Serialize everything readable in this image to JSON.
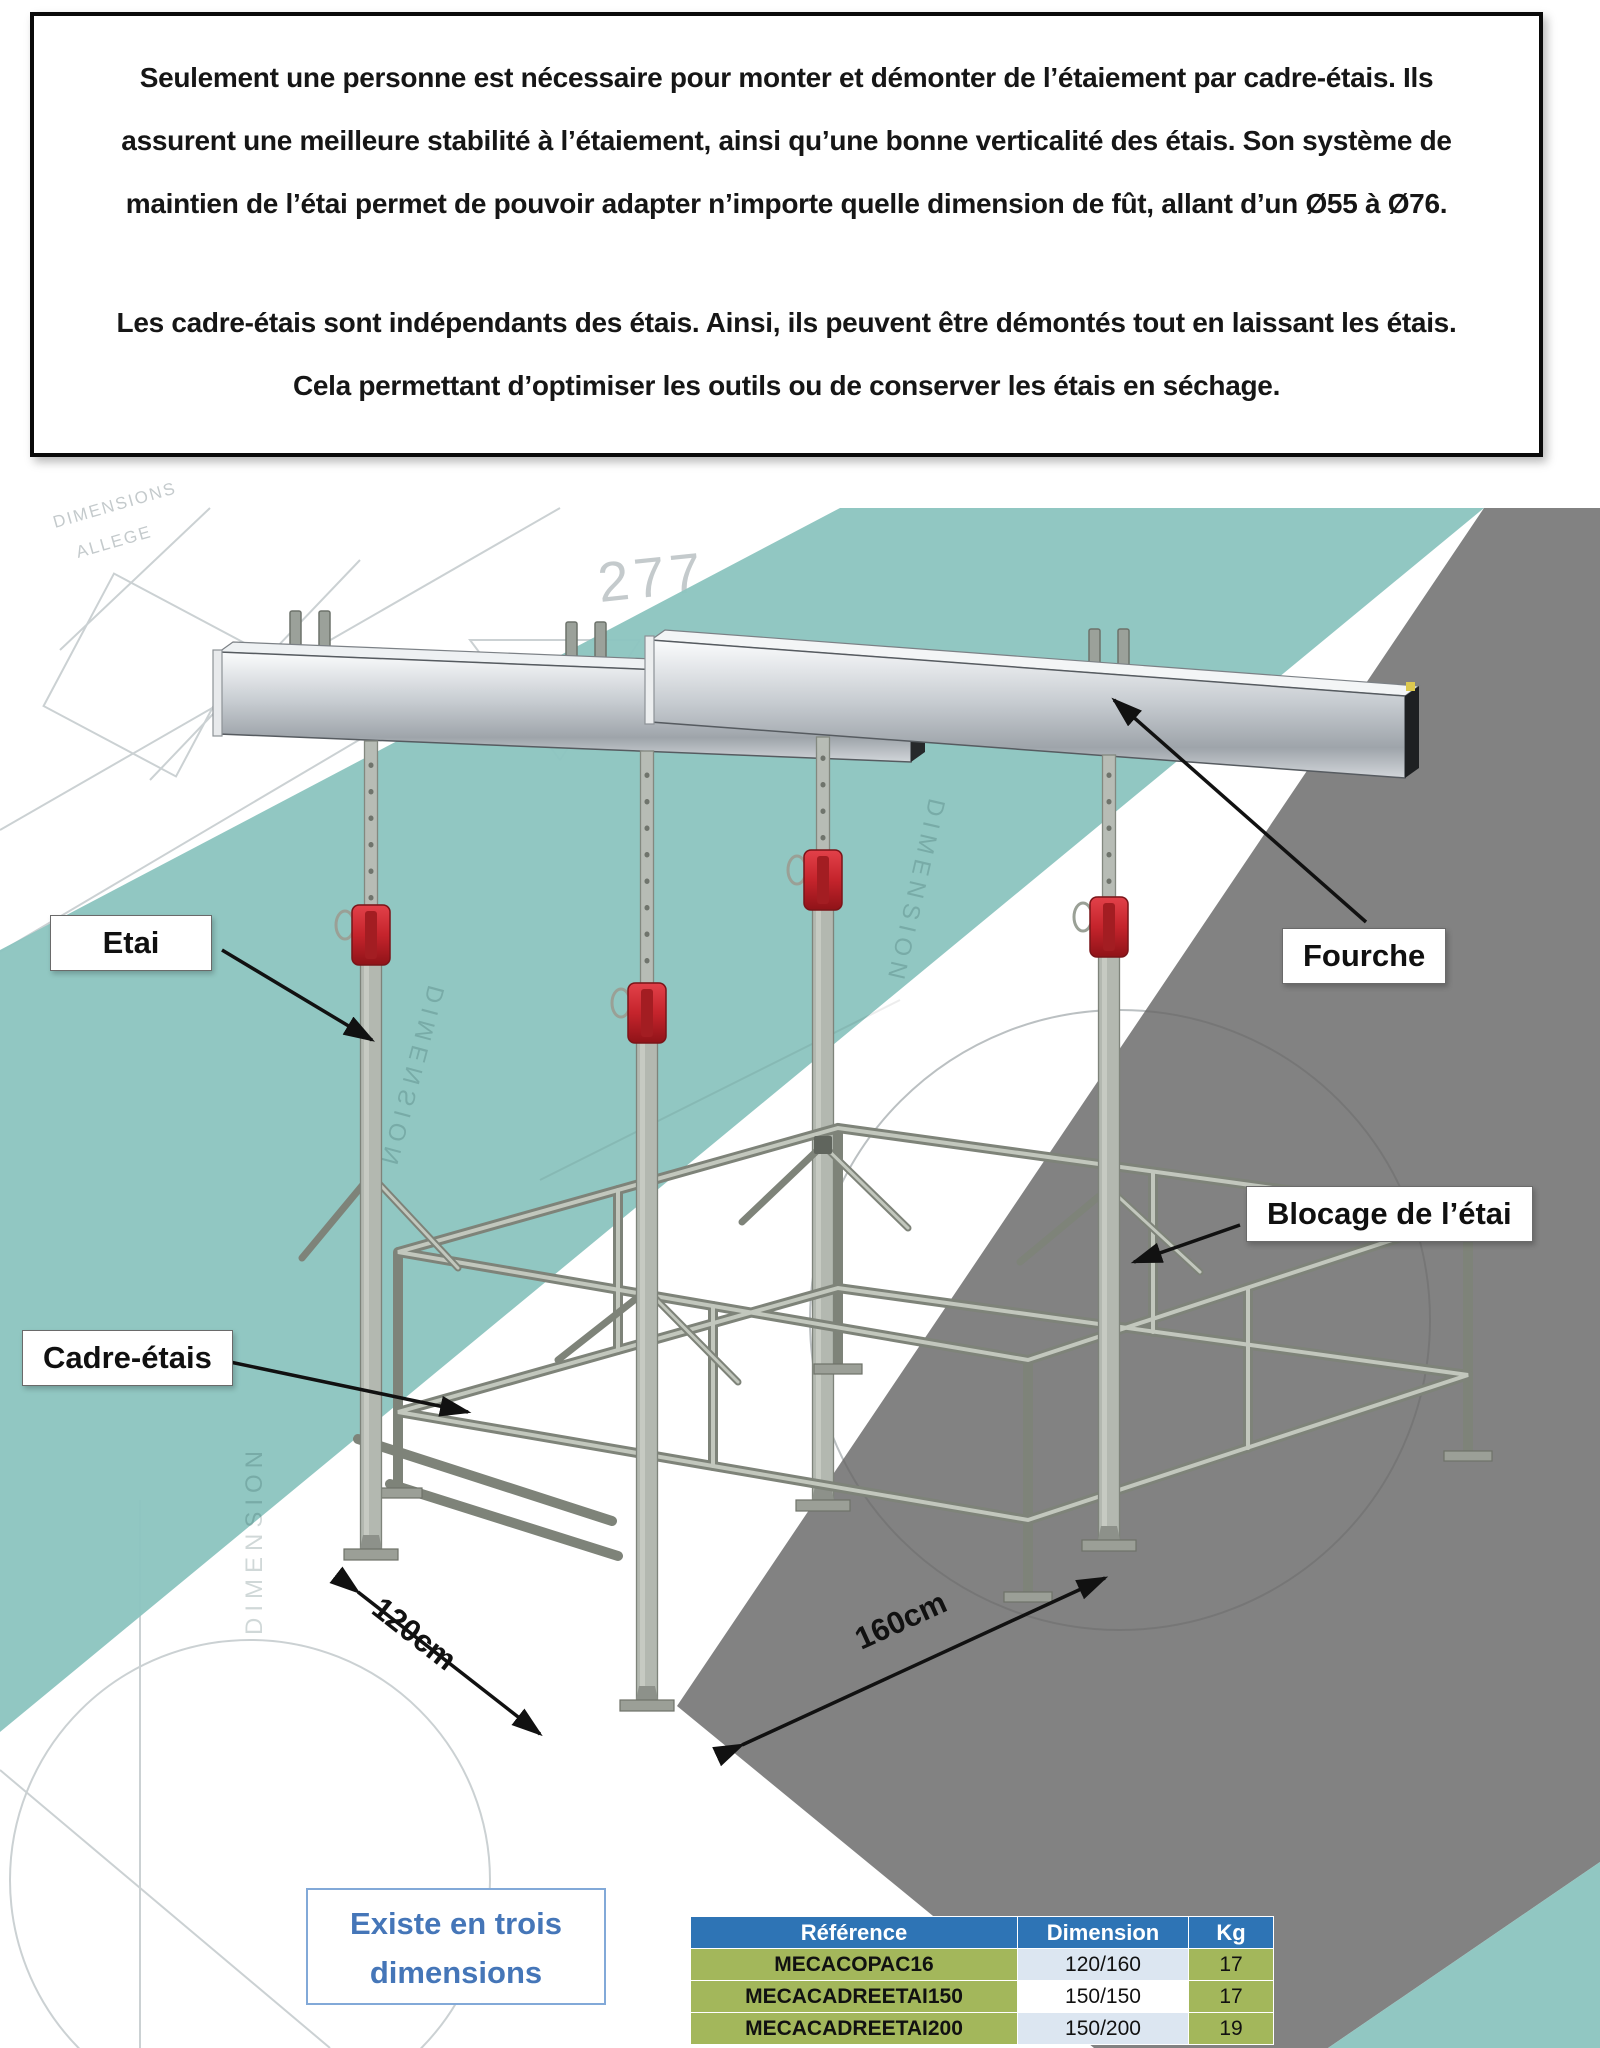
{
  "intro": {
    "paragraph1": "Seulement une personne est nécessaire pour monter et démonter de l’étaiement par cadre-étais. Ils assurent une meilleure stabilité à l’étaiement, ainsi qu’une bonne verticalité des étais. Son système de maintien de l’étai permet de pouvoir adapter n’importe quelle dimension de fût, allant d’un Ø55 à Ø76.",
    "paragraph2": "Les cadre-étais sont indépendants des étais. Ainsi, ils peuvent être démontés tout en laissant les étais. Cela permettant d’optimiser les outils ou de conserver les étais en séchage."
  },
  "diagram": {
    "callouts": {
      "etai": "Etai",
      "fourche": "Fourche",
      "blocage": "Blocage de l’étai",
      "cadre": "Cadre-étais"
    },
    "dimensions": {
      "width": "120cm",
      "depth": "160cm"
    },
    "blueprint": {
      "number": "277",
      "corner_note_line1": "DIMENSIONS",
      "corner_note_line2": "ALLEGE",
      "watermark": "DIMENSION"
    }
  },
  "footer": {
    "note": {
      "line1": "Existe en trois",
      "line2": "dimensions"
    },
    "table": {
      "headers": {
        "reference": "Référence",
        "dimension": "Dimension",
        "kg": "Kg"
      },
      "rows": [
        {
          "reference": "MECACOPAC16",
          "dimension": "120/160",
          "kg": "17"
        },
        {
          "reference": "MECACADREETAI150",
          "dimension": "150/150",
          "kg": "17"
        },
        {
          "reference": "MECACADREETAI200",
          "dimension": "150/200",
          "kg": "19"
        }
      ]
    }
  },
  "colors": {
    "teal_band": "#8cc5bf",
    "gray_band": "#7e7e7e",
    "table_header_blue": "#2e74b5",
    "table_row_green": "#a3b75b",
    "table_row_lightblue": "#dce6f1",
    "clamp_red": "#c5242c",
    "note_text_blue": "#4576b8"
  }
}
